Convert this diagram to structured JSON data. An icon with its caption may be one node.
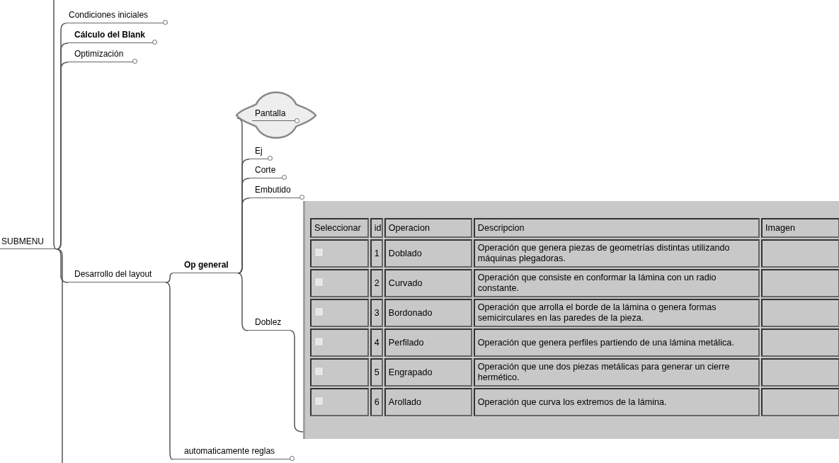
{
  "diagram": {
    "nodes": [
      {
        "text": [
          "SUBMENU"
        ]
      },
      {
        "text": [
          "Condiciones iniciales"
        ]
      },
      {
        "text": [
          "Cálculo del Blank"
        ]
      },
      {
        "text": [
          "Optimización"
        ]
      },
      {
        "text": [
          "Desarrollo del layout"
        ]
      },
      {
        "text": [
          "Op general"
        ]
      },
      {
        "text": [
          "Pantalla"
        ]
      },
      {
        "text": [
          "Ej"
        ]
      },
      {
        "text": [
          "Corte"
        ]
      },
      {
        "text": [
          "Embutido"
        ]
      },
      {
        "text": [
          "Doblez"
        ]
      },
      {
        "text": [],
        "shape": "box"
      },
      {
        "text": [
          "automaticamente reglas"
        ]
      }
    ],
    "edges": [
      {
        "from": 0,
        "to": 1,
        "arrow": "none"
      },
      {
        "from": 0,
        "to": 2,
        "arrow": "none"
      },
      {
        "from": 0,
        "to": 3,
        "arrow": "none"
      },
      {
        "from": 0,
        "to": 4,
        "arrow": "none"
      },
      {
        "from": 4,
        "to": 5,
        "arrow": "none"
      },
      {
        "from": 5,
        "to": 6,
        "arrow": "none"
      },
      {
        "from": 5,
        "to": 7,
        "arrow": "none"
      },
      {
        "from": 5,
        "to": 8,
        "arrow": "none"
      },
      {
        "from": 5,
        "to": 9,
        "arrow": "none"
      },
      {
        "from": 5,
        "to": 10,
        "arrow": "none"
      },
      {
        "from": 10,
        "to": 11,
        "arrow": "none"
      },
      {
        "from": 4,
        "to": 12,
        "arrow": "none"
      },
      {
        "from": 0,
        "to": null,
        "arrow": "none"
      },
      {
        "from": 0,
        "to": null,
        "arrow": "none"
      }
    ],
    "labels": [
      "Seleccionar",
      "id",
      "Operacion",
      "Descripcion",
      "Imagen",
      "1",
      "Doblado",
      "Operación que genera piezas de geometrías distintas utilizando máquinas plegadoras.",
      "2",
      "Curvado",
      "Operación que consiste en conformar la lámina con un radio constante.",
      "3",
      "Bordonado",
      "Operación que arrolla el borde de la lámina o genera formas semicirculares en las paredes de la pieza.",
      "4",
      "Perfilado",
      "Operación que genera perfiles partiendo de una lámina metálica.",
      "5",
      "Engrapado",
      "Operación que une dos piezas metálicas para generar un cierre hermético.",
      "6",
      "Arollado",
      "Operación que curva los extremos de la lámina."
    ]
  }
}
